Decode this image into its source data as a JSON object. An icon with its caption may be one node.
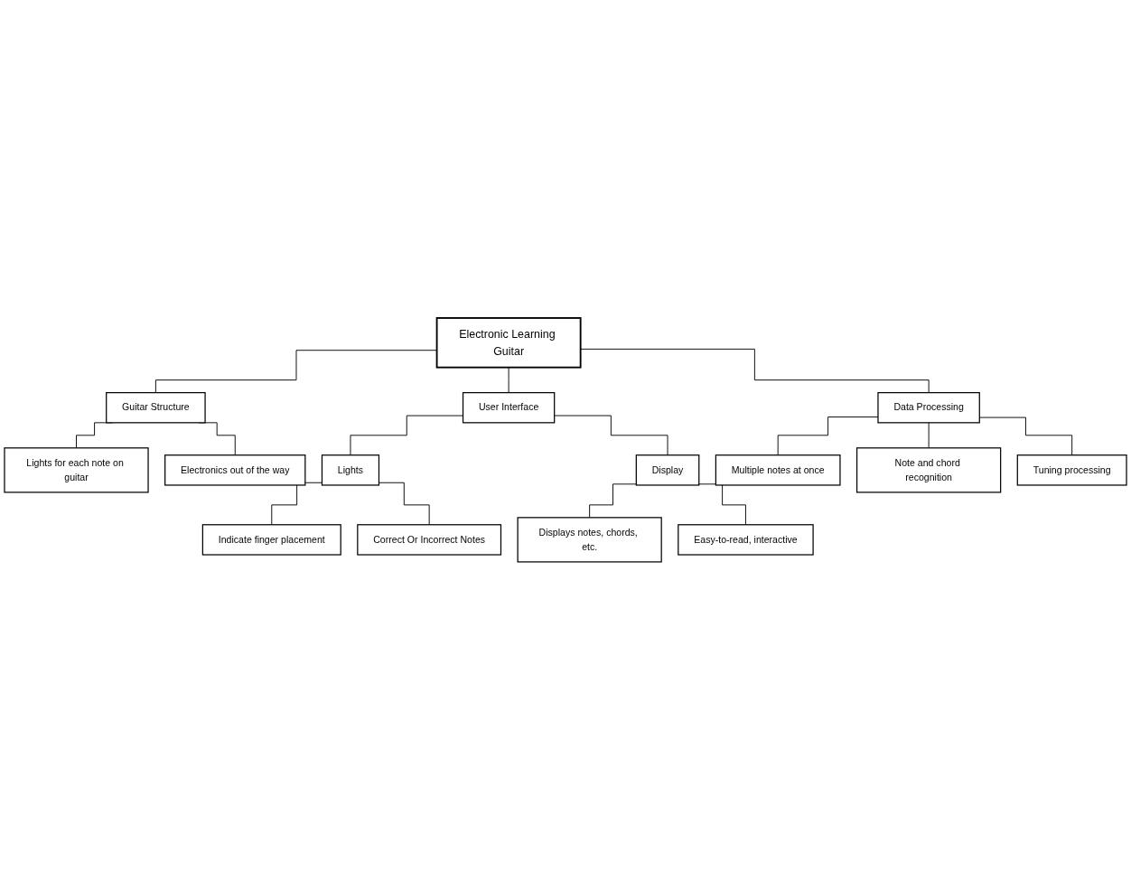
{
  "diagram": {
    "nodes": [
      {
        "text": [
          "Electronic Learning Guitar"
        ]
      },
      {
        "text": [
          "Guitar Structure"
        ]
      },
      {
        "text": [
          "User Interface"
        ]
      },
      {
        "text": [
          "Data Processing"
        ]
      },
      {
        "text": [
          "Lights for each note on guitar"
        ]
      },
      {
        "text": [
          "Electronics out of the way"
        ]
      },
      {
        "text": [
          "Lights"
        ]
      },
      {
        "text": [
          "Indicate finger placement"
        ]
      },
      {
        "text": [
          "Correct Or Incorrect Notes"
        ]
      },
      {
        "text": [
          "Display"
        ]
      },
      {
        "text": [
          "Displays notes, chords, etc."
        ]
      },
      {
        "text": [
          "Easy-to-read, interactive"
        ]
      },
      {
        "text": [
          "Multiple notes at once"
        ]
      },
      {
        "text": [
          "Note and chord recognition"
        ]
      },
      {
        "text": [
          "Tuning processing"
        ]
      }
    ],
    "edges": [
      {
        "from": 0,
        "to": 1,
        "arrow": "none"
      },
      {
        "from": 0,
        "to": 2,
        "arrow": "none"
      },
      {
        "from": 0,
        "to": 3,
        "arrow": "none"
      },
      {
        "from": 1,
        "to": 4,
        "arrow": "none"
      },
      {
        "from": 1,
        "to": 5,
        "arrow": "none"
      },
      {
        "from": 2,
        "to": 6,
        "arrow": "none"
      },
      {
        "from": 6,
        "to": 7,
        "arrow": "none"
      },
      {
        "from": 6,
        "to": 8,
        "arrow": "none"
      },
      {
        "from": 2,
        "to": 9,
        "arrow": "none"
      },
      {
        "from": 9,
        "to": 10,
        "arrow": "none"
      },
      {
        "from": 9,
        "to": 11,
        "arrow": "none"
      },
      {
        "from": 3,
        "to": 12,
        "arrow": "none"
      },
      {
        "from": 3,
        "to": 13,
        "arrow": "none"
      },
      {
        "from": 3,
        "to": 14,
        "arrow": "none"
      }
    ]
  }
}
